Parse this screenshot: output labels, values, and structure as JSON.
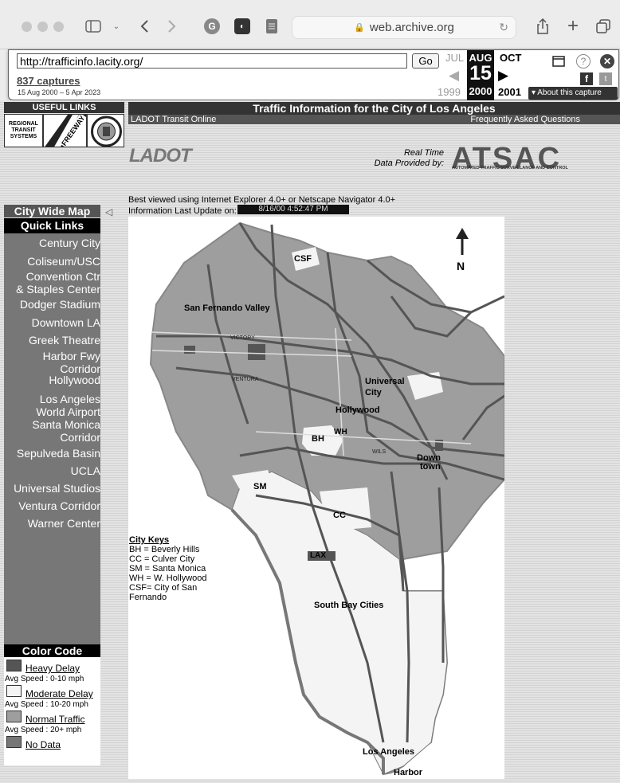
{
  "browser": {
    "domain": "web.archive.org"
  },
  "wayback": {
    "url": "http://trafficinfo.lacity.org/",
    "go_label": "Go",
    "captures": "837 captures",
    "range": "15 Aug 2000 – 5 Apr 2023",
    "prev_month": "JUL",
    "cur_month": "AUG",
    "next_month": "OCT",
    "cur_day": "15",
    "prev_year": "1999",
    "cur_year": "2000",
    "next_year": "2001",
    "about": "About this capture"
  },
  "page": {
    "useful_links": "USEFUL LINKS",
    "title": "Traffic Information for the City of Los Angeles",
    "transit": "LADOT Transit Online",
    "faq": "Frequently Asked Questions",
    "logo1": "REGIONAL TRANSIT SYSTEMS",
    "logo2": "FREEWAY",
    "ladot": "LADOT",
    "realtime1": "Real Time",
    "realtime2": "Data Provided by:",
    "atsac": "ATSAC",
    "atsac_sub": "AUTOMATED TRAFFIC SURVEILLANCE AND CONTROL",
    "best_viewed": "Best viewed using Internet Explorer 4.0+ or Netscape Navigator 4.0+",
    "last_update_label": "Information Last Update on:",
    "last_update_value": "8/16/00 4:52:47 PM"
  },
  "left": {
    "city_wide_map": "City Wide Map",
    "quick_links": "Quick Links",
    "links": [
      [
        "Century City"
      ],
      [
        "Coliseum/USC"
      ],
      [
        "Convention Ctr",
        "& Staples Center"
      ],
      [
        "Dodger Stadium"
      ],
      [
        "Downtown LA"
      ],
      [
        "Greek Theatre"
      ],
      [
        "Harbor Fwy",
        "Corridor"
      ],
      [
        "Hollywood"
      ],
      [
        "Los Angeles",
        "World Airport"
      ],
      [
        "Santa Monica",
        "Corridor"
      ],
      [
        "Sepulveda Basin"
      ],
      [
        "UCLA"
      ],
      [
        "Universal Studios"
      ],
      [
        "Ventura Corridor"
      ],
      [
        "Warner Center"
      ]
    ],
    "color_code": "Color Code",
    "legend": [
      {
        "label": "Heavy Delay",
        "speed": "Avg Speed :  0-10 mph",
        "color": "#555555"
      },
      {
        "label": "Moderate Delay",
        "speed": "Avg Speed : 10-20 mph",
        "color": "#f4f4f4"
      },
      {
        "label": "Normal Traffic",
        "speed": "Avg Speed : 20+  mph",
        "color": "#9e9e9e"
      },
      {
        "label": "No Data",
        "speed": "",
        "color": "#777777"
      }
    ]
  },
  "map": {
    "north": "N",
    "labels": {
      "csf": "CSF",
      "sfv": "San Fernando Valley",
      "victory": "VICTORY",
      "ventura": "VENTURA",
      "universal": "Universal",
      "city": "City",
      "hollywood": "Hollywood",
      "bh": "BH",
      "wh": "WH",
      "wilshire": "WILS",
      "down": "Down",
      "town": "town",
      "sm": "SM",
      "cc": "CC",
      "lax": "LAX",
      "south_bay": "South Bay Cities",
      "los_angeles": "Los Angeles",
      "harbor": "Harbor"
    },
    "keys_title": "City Keys",
    "keys": [
      "BH = Beverly Hills",
      "CC = Culver City",
      "SM = Santa Monica",
      "WH = W. Hollywood",
      "CSF= City of San",
      "Fernando"
    ]
  }
}
